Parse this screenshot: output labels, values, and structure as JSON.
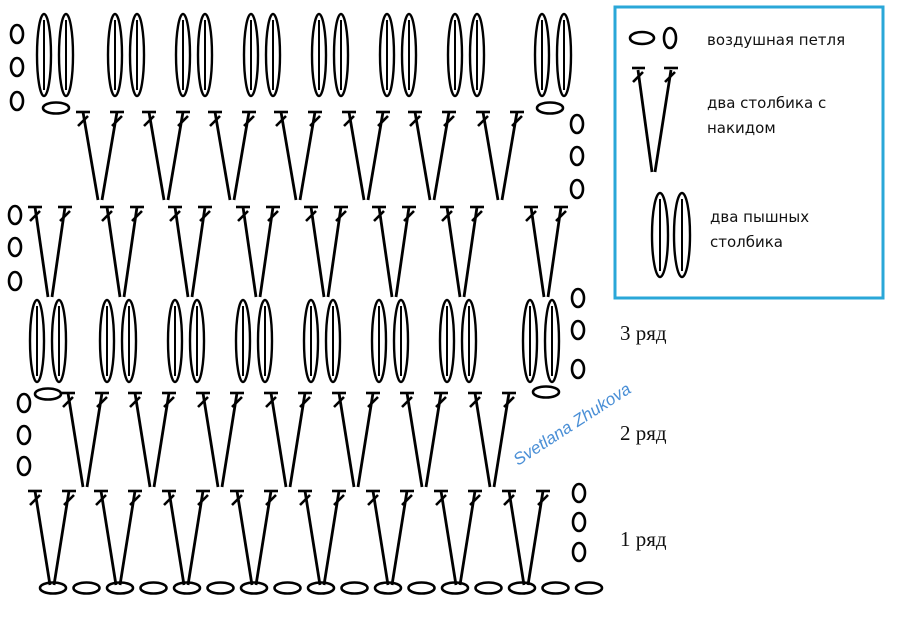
{
  "legend": {
    "chain_label": "воздушная петля",
    "dc2_label_line1": "два столбика с",
    "dc2_label_line2": "накидом",
    "puff_label_line1": "два пышных",
    "puff_label_line2": "столбика",
    "border_color": "#2aa7d8"
  },
  "row_labels": {
    "row1": "1 ряд",
    "row2": "2 ряд",
    "row3": "3 ряд"
  },
  "watermark": "Svetlana Zhukova",
  "colors": {
    "ink": "#000000",
    "paper": "#ffffff",
    "watermark": "#4a8fd6"
  }
}
